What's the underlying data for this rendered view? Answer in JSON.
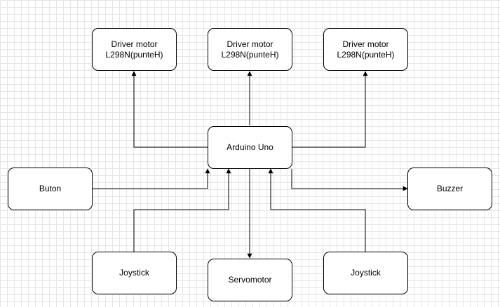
{
  "nodes": {
    "driver1": {
      "line1": "Driver motor",
      "line2": "L298N(punteH)"
    },
    "driver2": {
      "line1": "Driver motor",
      "line2": "L298N(punteH)"
    },
    "driver3": {
      "line1": "Driver motor",
      "line2": "L298N(punteH)"
    },
    "arduino": {
      "label": "Arduino Uno"
    },
    "buton": {
      "label": "Buton"
    },
    "buzzer": {
      "label": "Buzzer"
    },
    "joystick_left": {
      "label": "Joystick"
    },
    "servomotor": {
      "label": "Servomotor"
    },
    "joystick_right": {
      "label": "Joystick"
    }
  },
  "colors": {
    "stroke": "#000000",
    "grid": "#e6e6e6",
    "fill": "#ffffff"
  }
}
